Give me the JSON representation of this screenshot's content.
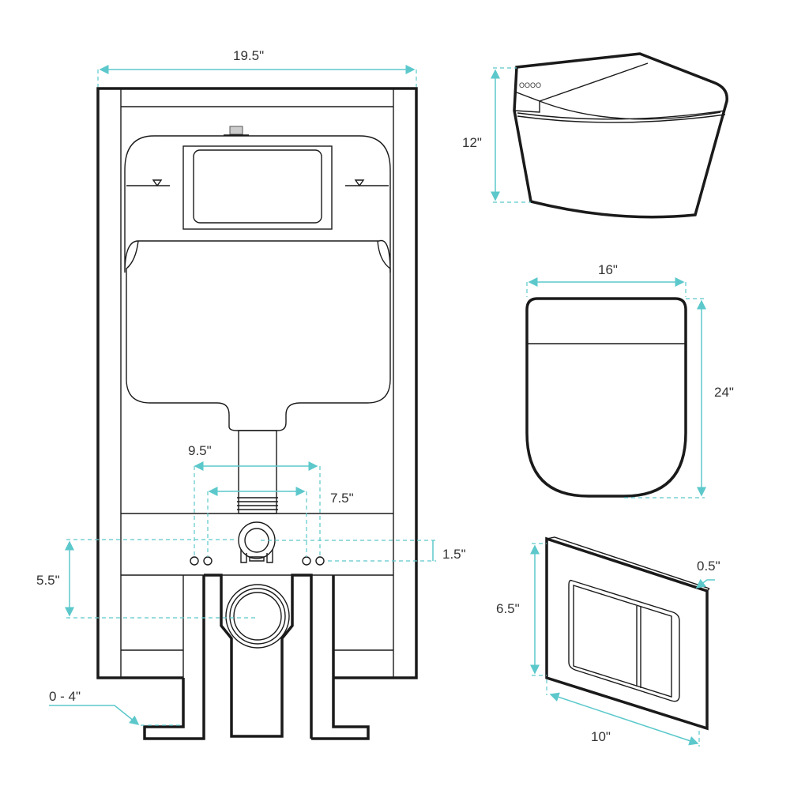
{
  "dimensions": {
    "frame_width": "19.5\"",
    "bolt_outer_spacing": "9.5\"",
    "bolt_inner_spacing": "7.5\"",
    "bolt_offset": "1.5\"",
    "drain_height": "5.5\"",
    "leg_adjust": "0 - 4\"",
    "toilet_height": "12\"",
    "toilet_width": "16\"",
    "toilet_depth": "24\"",
    "plate_height": "6.5\"",
    "plate_width": "10\"",
    "plate_thickness": "0.5\""
  },
  "toilet_buttons": "OOOO",
  "colors": {
    "dimension": "#5cc8cb",
    "outline": "#1a1a1a"
  }
}
